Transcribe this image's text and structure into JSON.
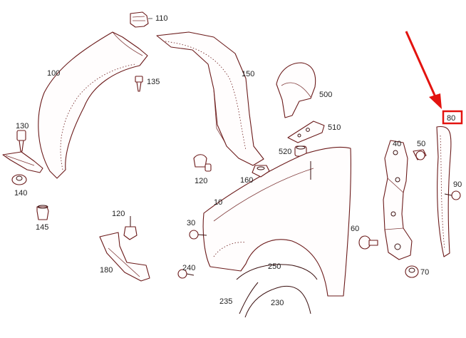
{
  "colors": {
    "outline": "#6b1a1a",
    "highlight": "#e3130f",
    "background": "#ffffff"
  },
  "labels": {
    "p110": "110",
    "p100": "100",
    "p135": "135",
    "p150": "150",
    "p500": "500",
    "p130": "130",
    "p510": "510",
    "p520": "520",
    "p80": "80",
    "p40": "40",
    "p50": "50",
    "p90": "90",
    "p140": "140",
    "p120a": "120",
    "p160": "160",
    "p10": "10",
    "p145": "145",
    "p120b": "120",
    "p30": "30",
    "p60": "60",
    "p180": "180",
    "p240": "240",
    "p250": "250",
    "p70": "70",
    "p235": "235",
    "p230": "230"
  },
  "callout": {
    "target": "80",
    "arrow_icon": "red-arrow-icon"
  }
}
